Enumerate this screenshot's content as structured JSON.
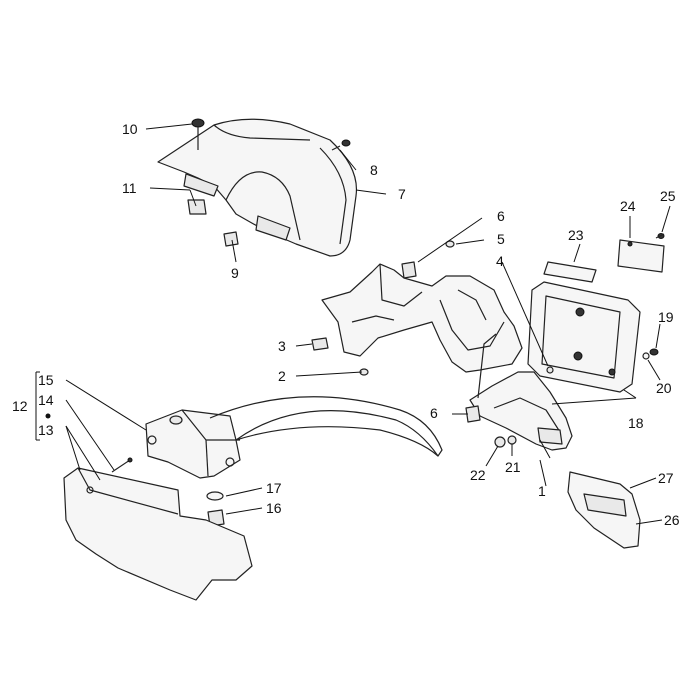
{
  "callouts": [
    {
      "id": "c1",
      "text": "1"
    },
    {
      "id": "c2",
      "text": "2"
    },
    {
      "id": "c3",
      "text": "3"
    },
    {
      "id": "c4",
      "text": "4"
    },
    {
      "id": "c5",
      "text": "5"
    },
    {
      "id": "c6a",
      "text": "6"
    },
    {
      "id": "c6b",
      "text": "6"
    },
    {
      "id": "c7",
      "text": "7"
    },
    {
      "id": "c8",
      "text": "8"
    },
    {
      "id": "c9",
      "text": "9"
    },
    {
      "id": "c10",
      "text": "10"
    },
    {
      "id": "c11",
      "text": "11"
    },
    {
      "id": "c12",
      "text": "12"
    },
    {
      "id": "c13",
      "text": "13"
    },
    {
      "id": "c14",
      "text": "14"
    },
    {
      "id": "c15",
      "text": "15"
    },
    {
      "id": "c16",
      "text": "16"
    },
    {
      "id": "c17",
      "text": "17"
    },
    {
      "id": "c18",
      "text": "18"
    },
    {
      "id": "c19",
      "text": "19"
    },
    {
      "id": "c20",
      "text": "20"
    },
    {
      "id": "c21",
      "text": "21"
    },
    {
      "id": "c22",
      "text": "22"
    },
    {
      "id": "c23",
      "text": "23"
    },
    {
      "id": "c24",
      "text": "24"
    },
    {
      "id": "c25",
      "text": "25"
    },
    {
      "id": "c26",
      "text": "26"
    },
    {
      "id": "c27",
      "text": "27"
    }
  ],
  "colors": {
    "line": "#222222",
    "fill": "#e9e9e9",
    "background": "#ffffff"
  }
}
